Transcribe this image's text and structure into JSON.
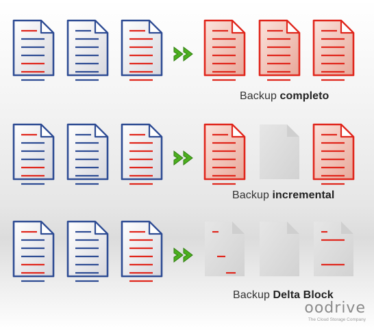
{
  "colors": {
    "blue": "#2d4b93",
    "red": "#e0251b",
    "ghost": "#d9d9d9",
    "arrow": "#4caf1e"
  },
  "rows": [
    {
      "caption": {
        "prefix": "Backup ",
        "emphasis": "completo"
      },
      "sources": [
        {
          "lines": [
            "red",
            "blue",
            "blue",
            "blue",
            "red",
            "red",
            "blue"
          ]
        },
        {
          "lines": [
            "blue",
            "blue",
            "blue",
            "blue",
            "blue",
            "blue",
            "blue"
          ]
        },
        {
          "lines": [
            "red",
            "red",
            "red",
            "red",
            "red",
            "red",
            "red"
          ]
        }
      ],
      "targets": [
        {
          "style": "filled",
          "lines": [
            "full",
            "full",
            "full",
            "full",
            "full",
            "full",
            "full"
          ]
        },
        {
          "style": "filled",
          "lines": [
            "full",
            "full",
            "full",
            "full",
            "full",
            "full",
            "full"
          ]
        },
        {
          "style": "filled",
          "lines": [
            "full",
            "full",
            "full",
            "full",
            "full",
            "full",
            "full"
          ]
        }
      ]
    },
    {
      "caption": {
        "prefix": "Backup ",
        "emphasis": "incremental"
      },
      "sources": [
        {
          "lines": [
            "red",
            "blue",
            "blue",
            "blue",
            "red",
            "red",
            "blue"
          ]
        },
        {
          "lines": [
            "blue",
            "blue",
            "blue",
            "blue",
            "blue",
            "blue",
            "blue"
          ]
        },
        {
          "lines": [
            "red",
            "red",
            "red",
            "red",
            "red",
            "red",
            "red"
          ]
        }
      ],
      "targets": [
        {
          "style": "filled",
          "lines": [
            "full",
            "full",
            "full",
            "full",
            "full",
            "full",
            "full"
          ]
        },
        {
          "style": "ghost",
          "lines": []
        },
        {
          "style": "filled",
          "lines": [
            "full",
            "full",
            "full",
            "full",
            "full",
            "full",
            "full"
          ]
        }
      ]
    },
    {
      "caption": {
        "prefix": "Backup ",
        "emphasis": "Delta Block"
      },
      "sources": [
        {
          "lines": [
            "red",
            "blue",
            "blue",
            "blue",
            "red",
            "red",
            "blue"
          ]
        },
        {
          "lines": [
            "blue",
            "blue",
            "blue",
            "blue",
            "blue",
            "blue",
            "blue"
          ]
        },
        {
          "lines": [
            "red",
            "red",
            "red",
            "red",
            "red",
            "red",
            "red"
          ]
        }
      ],
      "targets": [
        {
          "style": "ghost",
          "lines": [
            "short-left",
            "none",
            "none",
            "short-mid",
            "none",
            "short-right",
            "none"
          ]
        },
        {
          "style": "ghost",
          "lines": []
        },
        {
          "style": "ghost",
          "lines": [
            "short-left",
            "short-full",
            "none",
            "none",
            "short-full",
            "none",
            "none"
          ]
        }
      ]
    }
  ],
  "brand": {
    "name": "oodrive",
    "tagline": "The Cloud Storage Company"
  }
}
